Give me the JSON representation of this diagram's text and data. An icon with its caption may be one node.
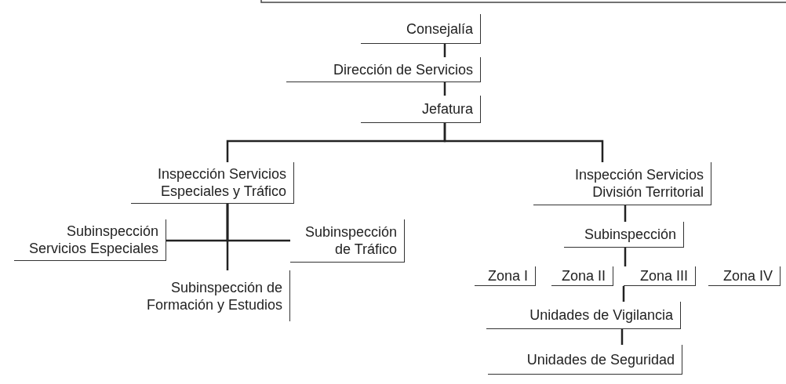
{
  "diagram": {
    "nodes": [
      {
        "text": [
          "Consejalía"
        ]
      },
      {
        "text": [
          "Dirección de Servicios"
        ]
      },
      {
        "text": [
          "Jefatura"
        ]
      },
      {
        "text": [
          "Inspección Servicios Especiales y Tráfico"
        ]
      },
      {
        "text": [
          "Subinspección Servicios Especiales"
        ]
      },
      {
        "text": [
          "Subinspección de Tráfico"
        ]
      },
      {
        "text": [
          "Subinspección de Formación y Estudios"
        ]
      },
      {
        "text": [
          "Inspección Servicios División Territorial"
        ]
      },
      {
        "text": [
          "Subinspección"
        ]
      },
      {
        "text": [
          "Zona I"
        ]
      },
      {
        "text": [
          "Zona II"
        ]
      },
      {
        "text": [
          "Zona III"
        ]
      },
      {
        "text": [
          "Zona IV"
        ]
      },
      {
        "text": [
          "Unidades de Vigilancia"
        ]
      },
      {
        "text": [
          "Unidades de Seguridad"
        ]
      }
    ],
    "edges": [
      {
        "from": 0,
        "to": 1,
        "arrow": "none"
      },
      {
        "from": 1,
        "to": 2,
        "arrow": "none"
      },
      {
        "from": 2,
        "to": 3,
        "arrow": "none"
      },
      {
        "from": 2,
        "to": 7,
        "arrow": "none"
      },
      {
        "from": 3,
        "to": 4,
        "arrow": "none"
      },
      {
        "from": 3,
        "to": 5,
        "arrow": "none"
      },
      {
        "from": 3,
        "to": 6,
        "arrow": "none"
      },
      {
        "from": 7,
        "to": 8,
        "arrow": "none"
      },
      {
        "from": 8,
        "to": 11,
        "arrow": "none"
      },
      {
        "from": 11,
        "to": 13,
        "arrow": "none"
      },
      {
        "from": 13,
        "to": 14,
        "arrow": "none"
      }
    ]
  }
}
